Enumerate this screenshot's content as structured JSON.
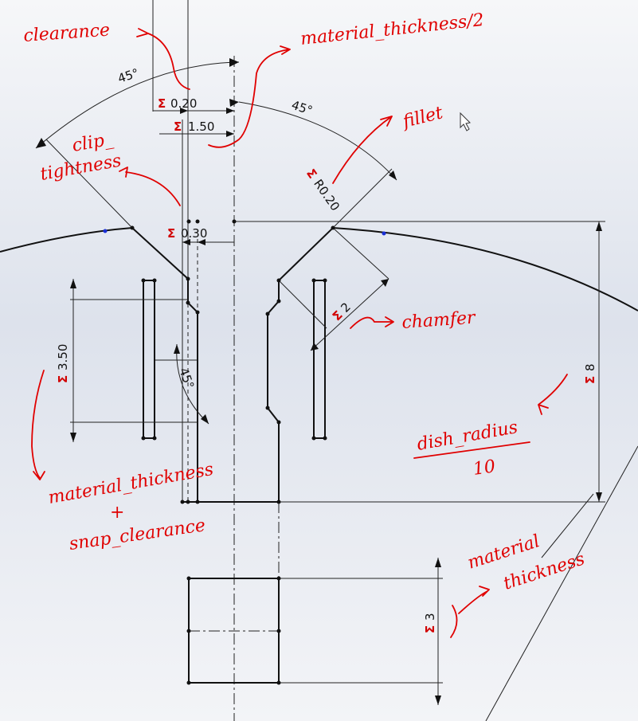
{
  "dimensions": {
    "angle_top_left": "45°",
    "angle_top_right": "45°",
    "angle_bottom": "45°",
    "clearance_value": "0.20",
    "half_thickness_value": "1.50",
    "clip_gap_value": "0.30",
    "fillet_value": "R0.20",
    "chamfer_value": "2",
    "clip_height_value": "3.50",
    "dish_value": "8",
    "thickness_value": "3",
    "driven_symbol": "Σ"
  },
  "annotations": {
    "clearance": "clearance",
    "material_thickness_half": "material_thickness/2",
    "fillet": "fillet",
    "clip_tightness_1": "clip_",
    "clip_tightness_2": "tightness",
    "chamfer": "chamfer",
    "dish_radius": "dish_radius",
    "dish_radius_divisor": "10",
    "material_thickness_snap_1": "material_thickness",
    "material_thickness_snap_plus": "+",
    "material_thickness_snap_2": "snap_clearance",
    "material_thickness_1": "material",
    "material_thickness_2": "thickness"
  },
  "colors": {
    "background_top": "#f4f5f7",
    "background_mid": "#dfe3ec",
    "sketch_line": "#111111",
    "annotation_red": "#e00000",
    "relation_point": "#1a2fd6"
  }
}
